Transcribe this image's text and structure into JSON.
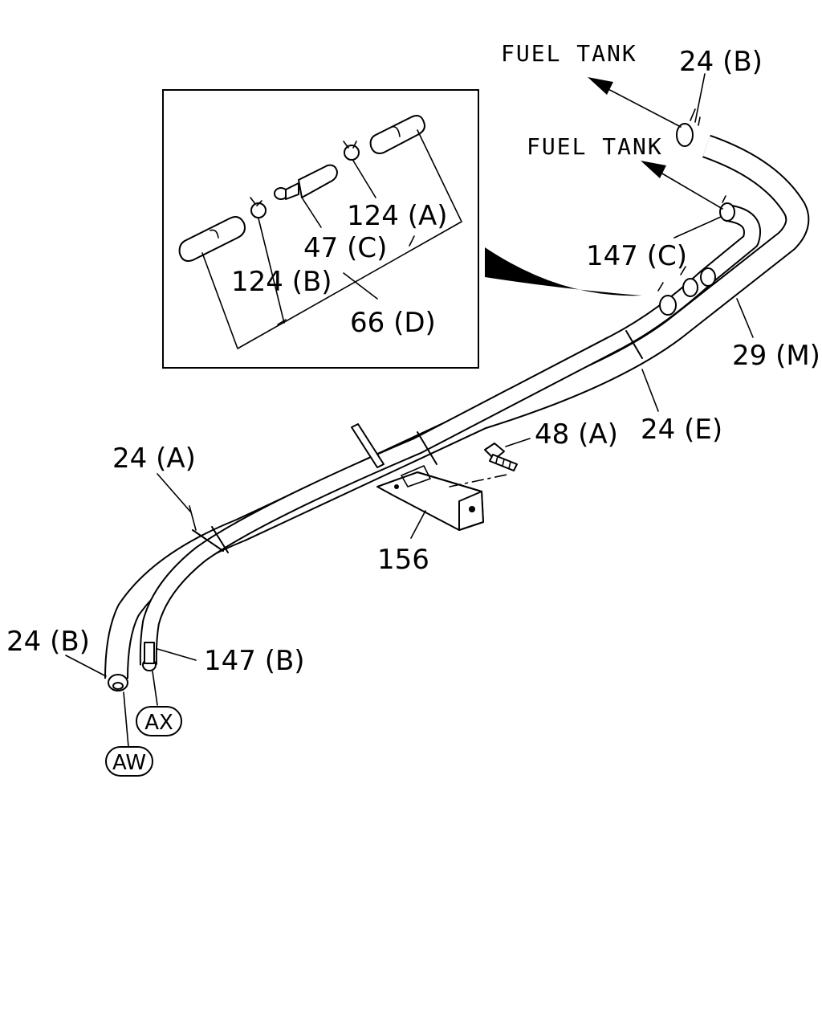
{
  "diagram": {
    "directions": {
      "fuel_tank_upper": "FUEL TANK",
      "fuel_tank_lower": "FUEL TANK"
    },
    "callouts": {
      "c24b_top": "24 (B)",
      "c147c": "147 (C)",
      "c29m": "29 (M)",
      "c24e": "24 (E)",
      "c48a": "48 (A)",
      "c24a": "24 (A)",
      "c156": "156",
      "c24b_left": "24 (B)",
      "c147b": "147 (B)"
    },
    "connectors": {
      "ax": "AX",
      "aw": "AW"
    },
    "detail_inset": {
      "c124a": "124 (A)",
      "c47c": "47 (C)",
      "c124b": "124 (B)",
      "c66d": "66 (D)"
    }
  }
}
